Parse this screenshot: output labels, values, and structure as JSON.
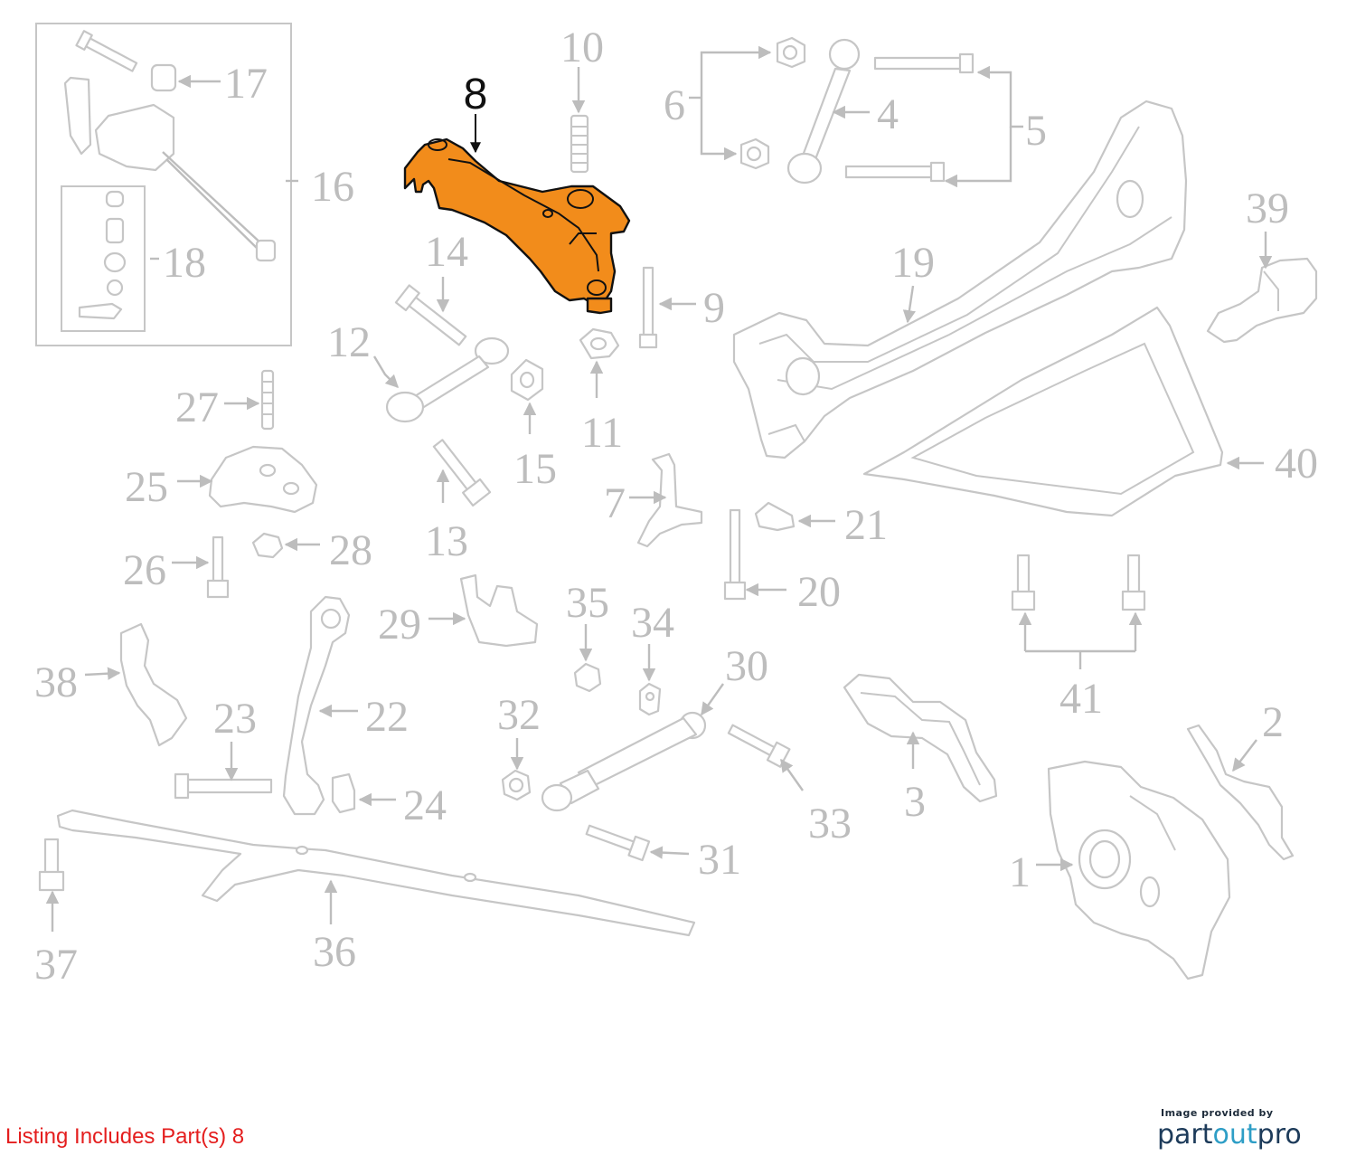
{
  "diagram": {
    "highlighted_part": "8",
    "highlight_color": "#f28c1b",
    "callouts": [
      "1",
      "2",
      "3",
      "4",
      "5",
      "6",
      "7",
      "8",
      "9",
      "10",
      "11",
      "12",
      "13",
      "14",
      "15",
      "16",
      "17",
      "18",
      "19",
      "20",
      "21",
      "22",
      "23",
      "24",
      "25",
      "26",
      "27",
      "28",
      "29",
      "30",
      "31",
      "32",
      "33",
      "34",
      "35",
      "36",
      "37",
      "38",
      "39",
      "40",
      "41"
    ]
  },
  "footer": {
    "listing_text": "Listing Includes Part(s) 8",
    "listing_color": "#e41e1e"
  },
  "credit": {
    "provided_by": "Image provided by",
    "brand_part1": "part",
    "brand_part2": "out",
    "brand_part3": "pro"
  }
}
